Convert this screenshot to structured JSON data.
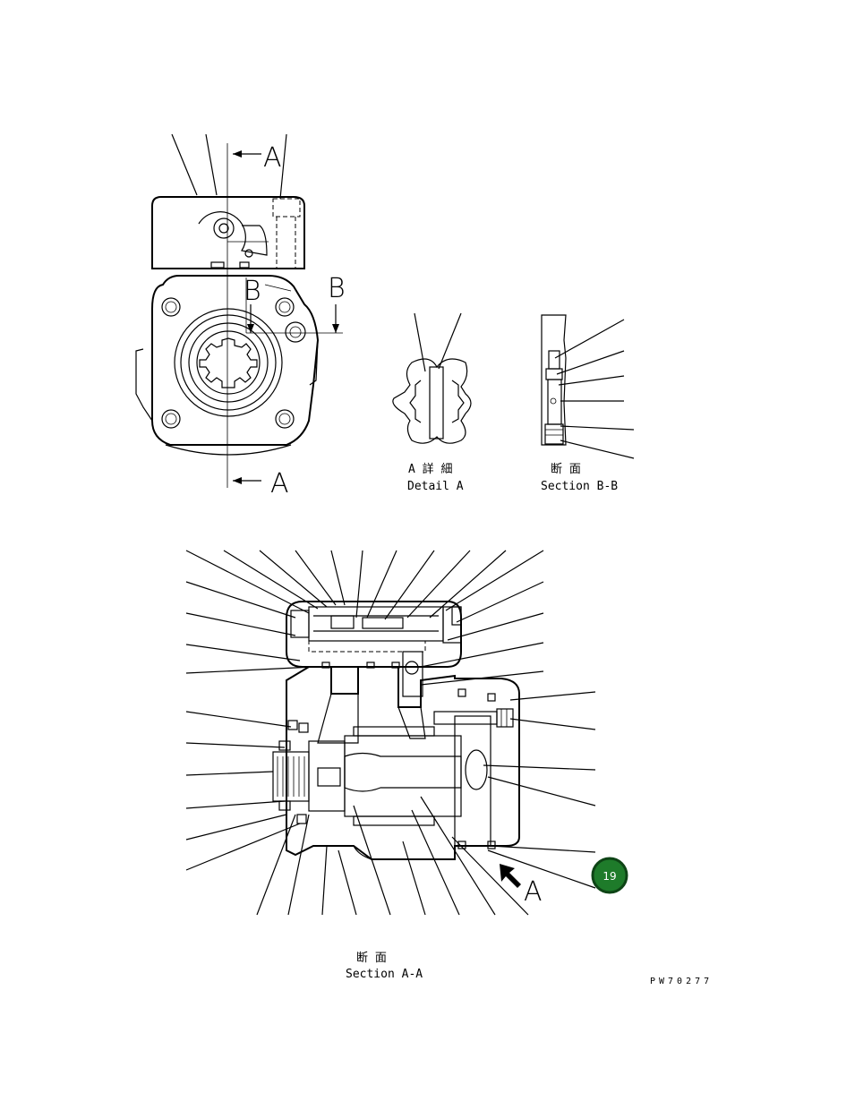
{
  "front_view": {
    "section_marker_top": "A",
    "section_marker_bottom": "A",
    "section_marker_b_left": "B",
    "section_marker_b_right": "B"
  },
  "detail_a": {
    "title_jp": "A 詳 細",
    "title_en": "Detail A"
  },
  "section_bb": {
    "title_jp": "断 面",
    "title_en": "Section B-B"
  },
  "section_aa": {
    "view_marker": "A",
    "title_jp": "断 面",
    "title_en": "Section A-A"
  },
  "part_badge": {
    "number": "19",
    "color": "#1e7b2a"
  },
  "drawing_code": "PW70277"
}
